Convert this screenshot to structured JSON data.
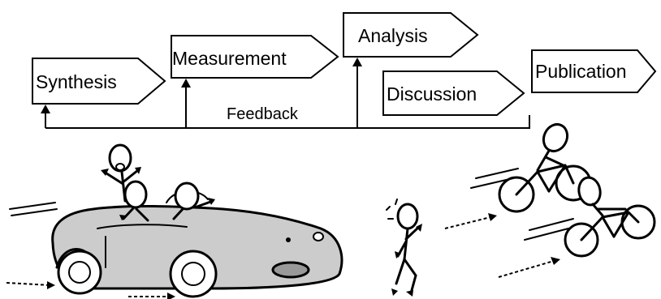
{
  "stages": {
    "synthesis": "Synthesis",
    "measurement": "Measurement",
    "analysis": "Analysis",
    "discussion": "Discussion",
    "publication": "Publication"
  },
  "feedback_label": "Feedback",
  "colors": {
    "line": "#000000",
    "car_body": "#cccccc",
    "car_grille": "#999999",
    "background": "#ffffff"
  }
}
